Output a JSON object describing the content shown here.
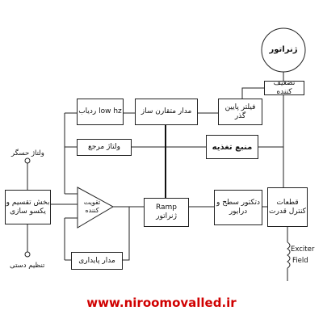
{
  "blocks": {
    "generator": "ژنراتور",
    "attenuator": "تضعیف کننده",
    "lowpass": "فیلتر پایین گذر",
    "sync": "مدار متقارن ساز",
    "lowhz": "ردیاب low hz",
    "power": "منبع تغذیه",
    "vref": "ولتاژ مرجع",
    "divider": "بخش تقسیم و یکسو سازی",
    "amp": "تقویت کننده",
    "ramp_top": "Ramp",
    "ramp_bottom": "ژنراتور",
    "level": "دتکتور سطح و درایور",
    "control": "قطعات کنترل قدرت",
    "stability": "مدار پایداری"
  },
  "labels": {
    "sense_voltage": "ولتاژ حسگر",
    "manual": "تنظیم دستی",
    "exciter": "Exciter",
    "field": "Field"
  },
  "footer": {
    "url": "www.niroomovalled.ir"
  },
  "colors": {
    "url": "#d00000",
    "lines": "#222222"
  }
}
